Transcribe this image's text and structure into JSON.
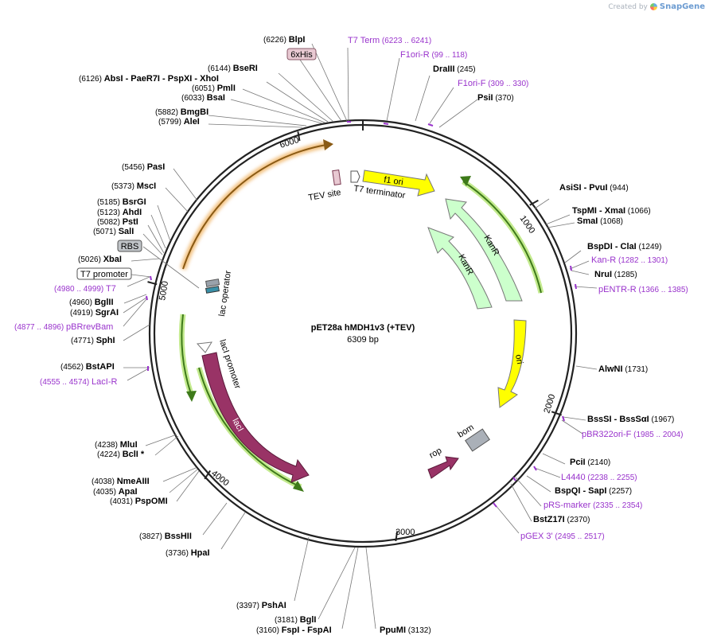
{
  "header": {
    "created_by": "Created by",
    "brand": "SnapGene"
  },
  "plasmid": {
    "name": "pET28a hMDH1v3 (+TEV)",
    "length": "6309 bp"
  },
  "ticks": [
    "1000",
    "2000",
    "3000",
    "4000",
    "5000",
    "6000"
  ],
  "colors": {
    "primer": "#9933cc",
    "enzyme": "#000000",
    "ori": "#ffff00",
    "kanr": "#ccffcc",
    "laci": "#993366",
    "rop": "#993366",
    "bom": "#aab0b8",
    "orange": "#f0c27f",
    "green_arc": "#99cc44",
    "his": "#e8c9d2",
    "rbs": "#c0c4c8"
  },
  "enzymes": [
    {
      "pos": "(6226)",
      "name": "BlpI"
    },
    {
      "pos": "(245)",
      "name": "DraIII"
    },
    {
      "pos": "(370)",
      "name": "PsiI"
    },
    {
      "pos": "(6144)",
      "name": "BseRI"
    },
    {
      "pos": "(6126)",
      "name": "AbsI - PaeR7I - PspXI - XhoI"
    },
    {
      "pos": "(6051)",
      "name": "PmlI"
    },
    {
      "pos": "(6033)",
      "name": "BsaI"
    },
    {
      "pos": "(5882)",
      "name": "BmgBI"
    },
    {
      "pos": "(5799)",
      "name": "AleI"
    },
    {
      "pos": "(5456)",
      "name": "PasI"
    },
    {
      "pos": "(5373)",
      "name": "MscI"
    },
    {
      "pos": "(5185)",
      "name": "BsrGI"
    },
    {
      "pos": "(5123)",
      "name": "AhdI"
    },
    {
      "pos": "(5082)",
      "name": "PstI"
    },
    {
      "pos": "(5071)",
      "name": "SalI"
    },
    {
      "pos": "(5026)",
      "name": "XbaI"
    },
    {
      "pos": "(4960)",
      "name": "BglII"
    },
    {
      "pos": "(4919)",
      "name": "SgrAI"
    },
    {
      "pos": "(4771)",
      "name": "SphI"
    },
    {
      "pos": "(4562)",
      "name": "BstAPI"
    },
    {
      "pos": "(4238)",
      "name": "MluI"
    },
    {
      "pos": "(4224)",
      "name": "BclI *"
    },
    {
      "pos": "(4038)",
      "name": "NmeAIII"
    },
    {
      "pos": "(4035)",
      "name": "ApaI"
    },
    {
      "pos": "(4031)",
      "name": "PspOMI"
    },
    {
      "pos": "(3827)",
      "name": "BssHII"
    },
    {
      "pos": "(3736)",
      "name": "HpaI"
    },
    {
      "pos": "(3397)",
      "name": "PshAI"
    },
    {
      "pos": "(3181)",
      "name": "BglI"
    },
    {
      "pos": "(3160)",
      "name": "FspI - FspAI"
    },
    {
      "pos": "(3132)",
      "name": "PpuMI"
    },
    {
      "pos": "(944)",
      "name": "AsiSI - PvuI"
    },
    {
      "pos": "(1066)",
      "name": "TspMI - XmaI"
    },
    {
      "pos": "(1068)",
      "name": "SmaI"
    },
    {
      "pos": "(1249)",
      "name": "BspDI - ClaI"
    },
    {
      "pos": "(1285)",
      "name": "NruI"
    },
    {
      "pos": "(1731)",
      "name": "AlwNI"
    },
    {
      "pos": "(1967)",
      "name": "BssSI - BssSαI"
    },
    {
      "pos": "(2140)",
      "name": "PciI"
    },
    {
      "pos": "(2257)",
      "name": "BspQI - SapI"
    },
    {
      "pos": "(2370)",
      "name": "BstZ17I"
    }
  ],
  "primers": [
    {
      "name": "T7 Term",
      "range": "(6223 .. 6241)"
    },
    {
      "name": "F1ori-R",
      "range": "(99 .. 118)"
    },
    {
      "name": "F1ori-F",
      "range": "(309 .. 330)"
    },
    {
      "name": "T7",
      "range": "(4980 .. 4999)"
    },
    {
      "name": "pBRrevBam",
      "range": "(4877 .. 4896)"
    },
    {
      "name": "LacI-R",
      "range": "(4555 .. 4574)"
    },
    {
      "name": "Kan-R",
      "range": "(1282 .. 1301)"
    },
    {
      "name": "pENTR-R",
      "range": "(1366 .. 1385)"
    },
    {
      "name": "pBR322ori-F",
      "range": "(1985 .. 2004)"
    },
    {
      "name": "L4440",
      "range": "(2238 .. 2255)"
    },
    {
      "name": "pRS-marker",
      "range": "(2335 .. 2354)"
    },
    {
      "name": "pGEX 3'",
      "range": "(2495 .. 2517)"
    }
  ],
  "boxed_features": [
    "6xHis",
    "RBS",
    "T7 promoter"
  ],
  "features": {
    "f1_ori": "f1 ori",
    "kanr": "KanR",
    "ori": "ori",
    "rop": "rop",
    "bom": "bom",
    "laci": "lacI",
    "laci_promoter": "lacI promoter",
    "lac_operator": "lac operator",
    "tev_site": "TEV site",
    "t7_terminator": "T7 terminator"
  }
}
